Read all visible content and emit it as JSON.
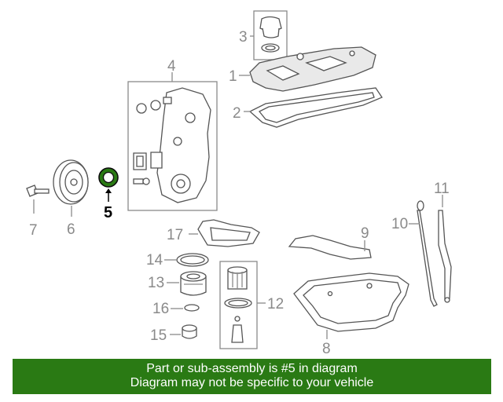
{
  "callouts": {
    "c1": "1",
    "c2": "2",
    "c3": "3",
    "c4": "4",
    "c5": "5",
    "c6": "6",
    "c7": "7",
    "c8": "8",
    "c9": "9",
    "c10": "10",
    "c11": "11",
    "c12": "12",
    "c13": "13",
    "c14": "14",
    "c15": "15",
    "c16": "16",
    "c17": "17"
  },
  "highlight": {
    "part": "5",
    "color": "#2a7a14"
  },
  "banner": {
    "line1": "Part or sub-assembly is #5 in diagram",
    "line2": "Diagram may not be specific to your vehicle",
    "background": "#2a7a14"
  }
}
